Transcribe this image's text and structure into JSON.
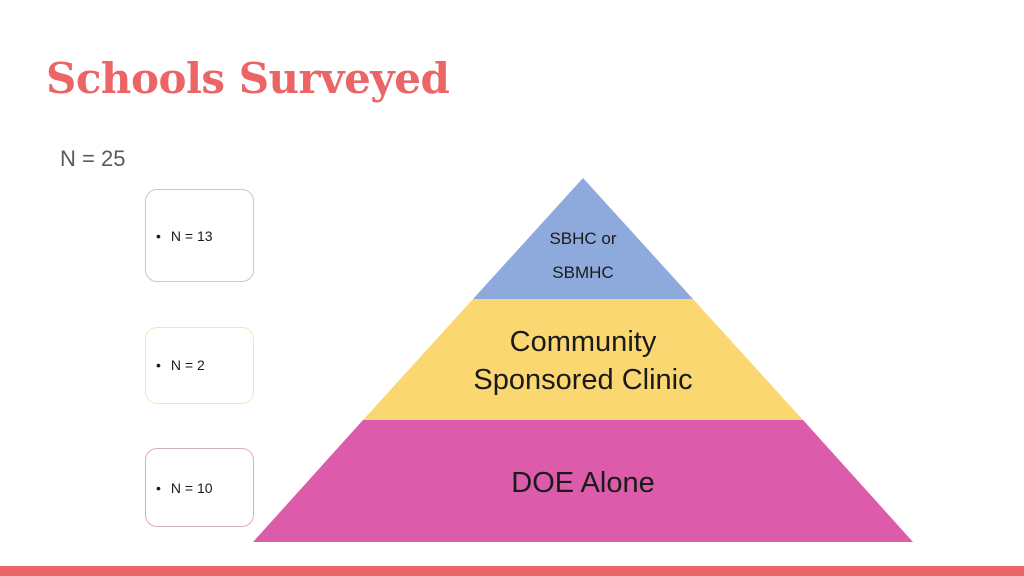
{
  "slide": {
    "title": "Schools Surveyed",
    "total": "N = 25"
  },
  "boxes": [
    {
      "label": "N = 13",
      "border": "#c9c9c9"
    },
    {
      "label": "N = 2",
      "border": "#e8ecb4"
    },
    {
      "label": "N = 10",
      "border": "#d8b0c4"
    }
  ],
  "pyramid": {
    "top": {
      "line1": "SBHC or",
      "line2": "SBMHC",
      "color": "#8eaadc"
    },
    "middle": {
      "line1": "Community",
      "line2": "Sponsored Clinic",
      "color": "#fbd772"
    },
    "bottom": {
      "line1": "DOE Alone",
      "color": "#dd5bab"
    }
  },
  "colors": {
    "accent": "#ec6566"
  }
}
